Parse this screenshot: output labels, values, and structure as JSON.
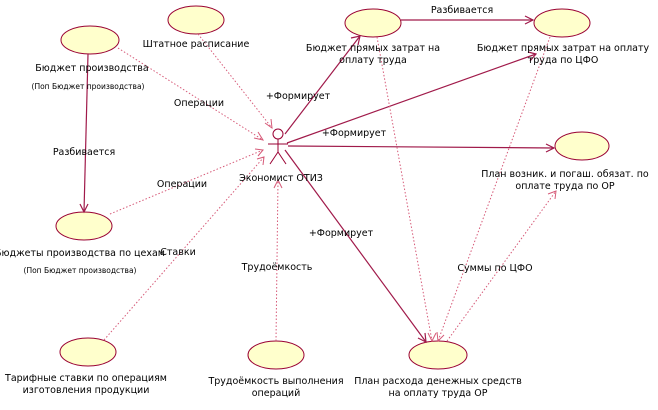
{
  "diagram": {
    "actor": {
      "label": "Экономист ОТИЗ"
    },
    "usecases": {
      "budget_production": {
        "label": "Бюджет производства",
        "sub": "(Поп Бюджет производства)"
      },
      "staff_schedule": {
        "label": "Штатное расписание"
      },
      "direct_labor_budget": {
        "label_line1": "Бюджет прямых затрат на",
        "label_line2": "оплату труда"
      },
      "direct_labor_budget_cfo": {
        "label_line1": "Бюджет прямых затрат на оплату",
        "label_line2": "труда по ЦФО"
      },
      "obligations_plan": {
        "label_line1": "План возник. и погаш. обязат. по",
        "label_line2": "оплате труда по ОР"
      },
      "workshop_budgets": {
        "label": "Бюджеты производства по цехам",
        "sub": "(Поп Бюджет производства)"
      },
      "tariff_rates": {
        "label_line1": "Тарифные ставки по операциям",
        "label_line2": "изготовления продукции"
      },
      "labor_intensity": {
        "label_line1": "Трудоёмкость выполнения",
        "label_line2": "операций"
      },
      "cash_plan": {
        "label_line1": "План расхода денежных средств",
        "label_line2": "на оплату труда ОР"
      }
    },
    "edge_labels": {
      "splits_top": "Разбивается",
      "operations_1": "Операции",
      "forms_1": "+Формирует",
      "forms_2": "+Формирует",
      "splits_left": "Разбивается",
      "operations_2": "Операции",
      "rates": "Ставки",
      "forms_3": "+Формирует",
      "labor": "Трудоёмкость",
      "sums_cfo": "Суммы по ЦФО"
    },
    "colors": {
      "ellipse_fill": "#ffffcc",
      "ellipse_stroke": "#990033",
      "line": "#a01a4a",
      "dotted_line": "#d65a78"
    }
  }
}
